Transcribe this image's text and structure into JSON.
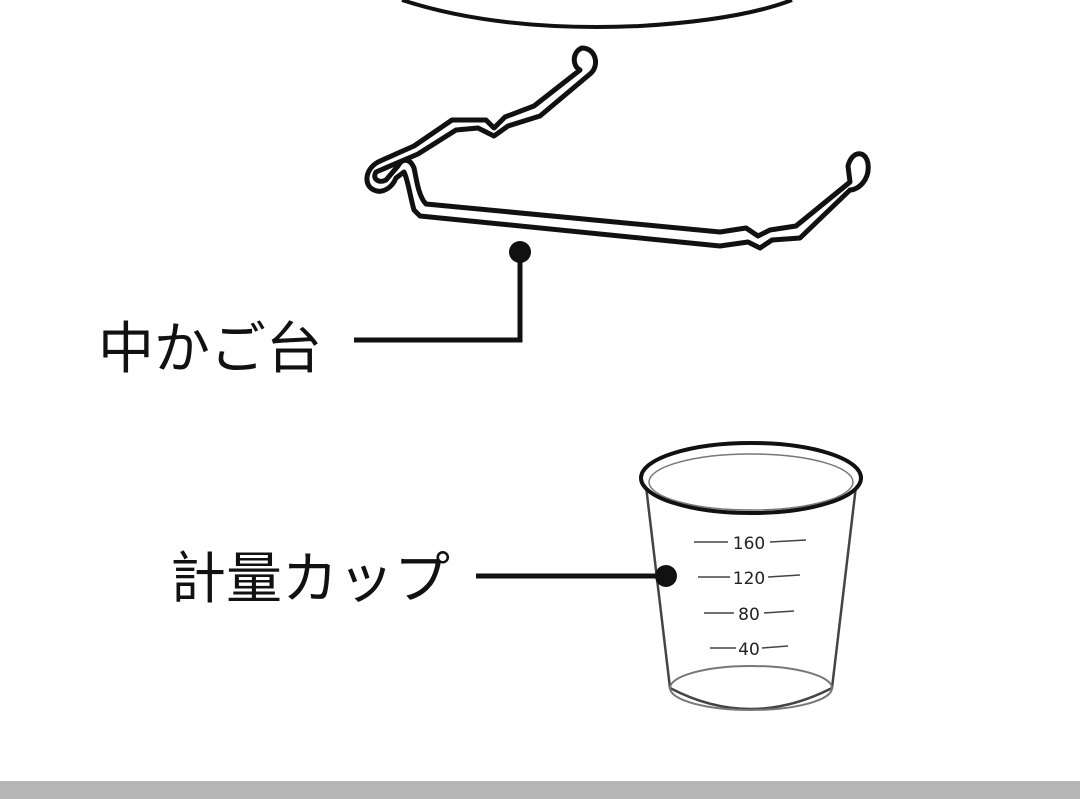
{
  "labels": {
    "rack": "中かご台",
    "cup": "計量カップ"
  },
  "cup_scale": [
    "160",
    "120",
    "80",
    "40"
  ],
  "colors": {
    "line": "#111111",
    "background": "#ffffff",
    "bottom_bar": "#b5b5b5"
  }
}
